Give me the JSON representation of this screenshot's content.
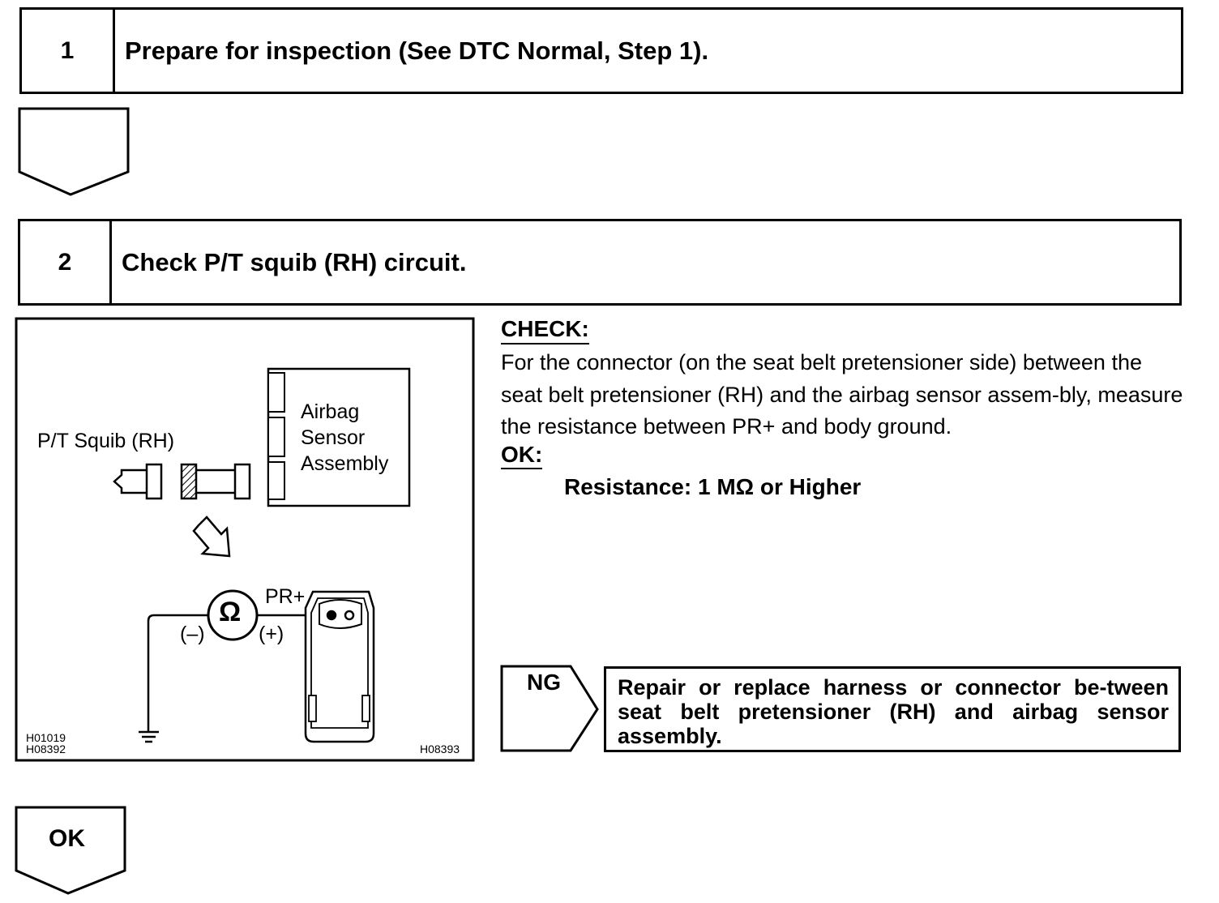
{
  "step1": {
    "number": "1",
    "title": "Prepare for inspection (See DTC Normal, Step 1)."
  },
  "step2": {
    "number": "2",
    "title": "Check P/T squib (RH) circuit."
  },
  "diagram": {
    "sensor_line1": "Airbag",
    "sensor_line2": "Sensor",
    "sensor_line3": "Assembly",
    "squib_label": "P/T Squib (RH)",
    "ohm_symbol": "Ω",
    "pr_label": "PR+",
    "minus_label": "(–)",
    "plus_label": "(+)",
    "code1": "H01019",
    "code2": "H08392",
    "code3": "H08393"
  },
  "check": {
    "heading": "CHECK:",
    "body": "For the connector (on the seat belt pretensioner side) between the seat belt pretensioner (RH) and the airbag sensor assem-bly, measure the resistance between PR+ and body ground.",
    "ok_heading": "OK:",
    "resistance": "Resistance: 1 MΩ or Higher"
  },
  "ng": {
    "label": "NG",
    "action": "Repair or replace harness or connector be-tween seat belt pretensioner (RH) and airbag sensor assembly."
  },
  "ok_label": "OK"
}
